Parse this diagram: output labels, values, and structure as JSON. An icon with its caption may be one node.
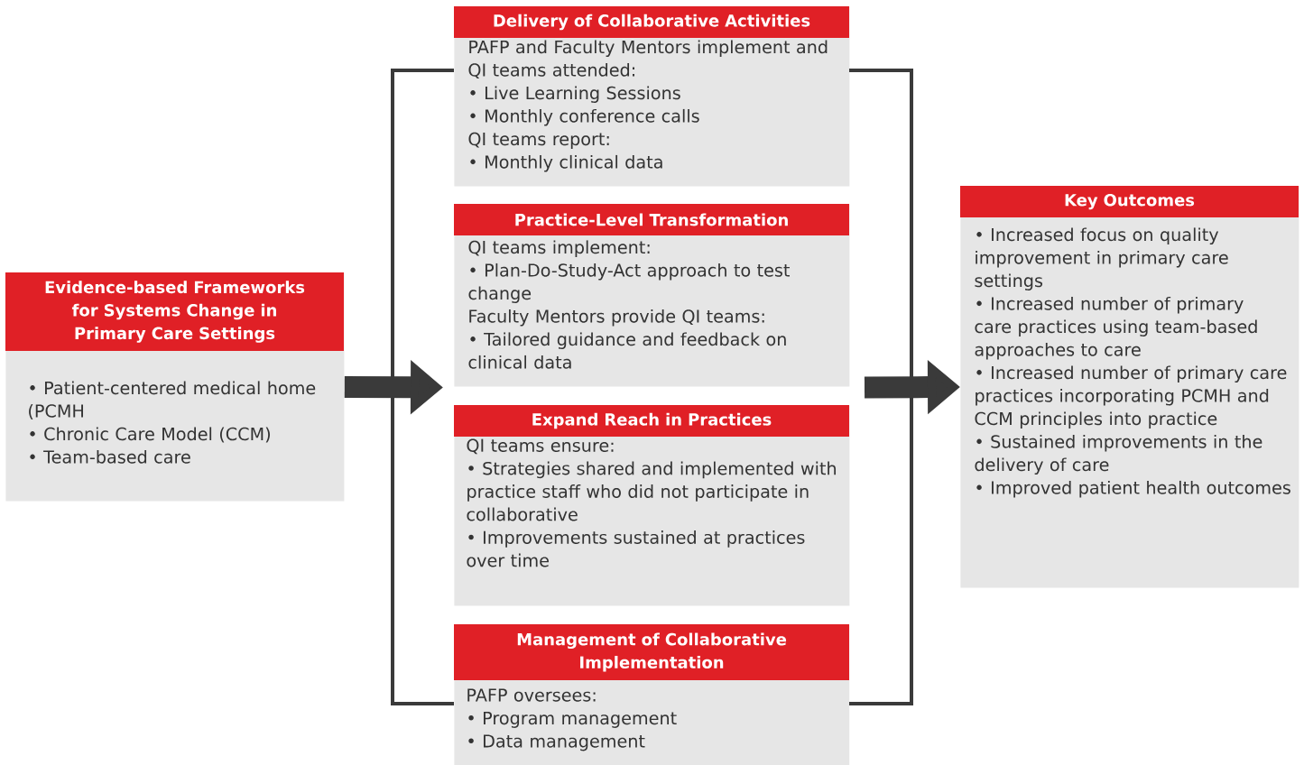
{
  "diagram": {
    "nodes": [
      {
        "text": [
          "Evidence-based Frameworks for Systems Change in Primary Care Settings",
          "• Patient-centered medical home (PCMH",
          "• Chronic Care Model (CCM)",
          "• Team-based care"
        ]
      },
      {
        "text": [
          "Delivery of Collaborative Activities",
          "PAFP and Faculty Mentors implement and QI teams attended:",
          "• Live Learning Sessions",
          "• Monthly conference calls",
          "QI teams report:",
          "• Monthly clinical data"
        ]
      },
      {
        "text": [
          "Practice-Level Transformation",
          "QI teams implement:",
          "• Plan-Do-Study-Act approach to test change",
          "Faculty Mentors provide QI teams:",
          "• Tailored guidance and feedback on clinical data"
        ]
      },
      {
        "text": [
          "Expand Reach in Practices",
          "QI teams ensure:",
          "• Strategies shared and implemented with practice staff who did not participate in collaborative",
          "• Improvements sustained at practices over time"
        ]
      },
      {
        "text": [
          "Management of Collaborative Implementation",
          "PAFP oversees:",
          "• Program management",
          "• Data management"
        ]
      },
      {
        "text": [
          "Key Outcomes",
          "• Increased focus on quality improvement in primary care settings",
          "• Increased number of primary care practices using team-based approaches to care",
          "• Increased number of primary care practices incorporating PCMH and CCM principles into practice",
          "• Sustained improvements in the delivery of care",
          "• Improved patient health outcomes"
        ]
      },
      {
        "text": [],
        "shape": "bracket"
      },
      {
        "text": [],
        "shape": "bracket"
      }
    ],
    "edges": [
      {
        "from": 0,
        "to": 6,
        "arrow": "to"
      },
      {
        "from": 7,
        "to": 5,
        "arrow": "to"
      }
    ]
  }
}
